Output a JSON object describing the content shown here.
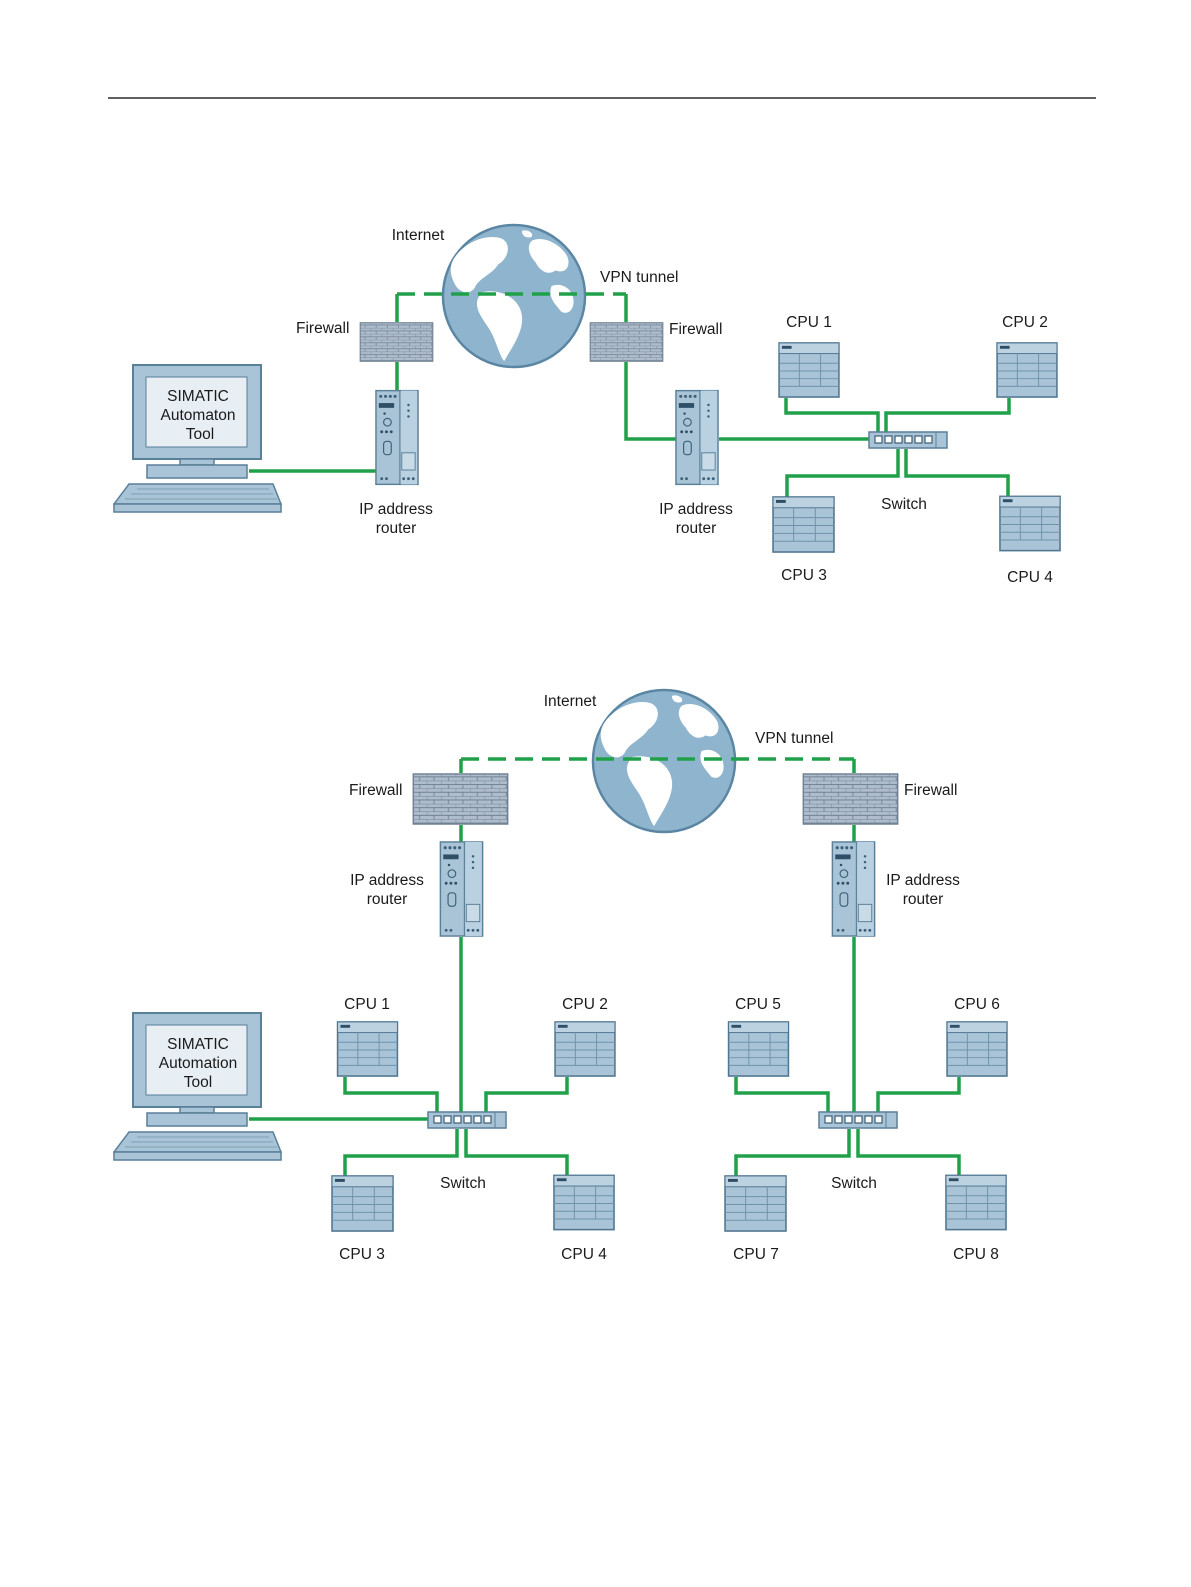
{
  "figure1": {
    "internet": "Internet",
    "vpn_tunnel": "VPN tunnel",
    "firewall_left": "Firewall",
    "firewall_right": "Firewall",
    "router_left": [
      "IP address",
      "router"
    ],
    "router_right": [
      "IP address",
      "router"
    ],
    "pc_screen": [
      "SIMATIC",
      "Automaton",
      "Tool"
    ],
    "switch": "Switch",
    "cpus": [
      "CPU 1",
      "CPU 2",
      "CPU 3",
      "CPU 4"
    ]
  },
  "figure2": {
    "internet": "Internet",
    "vpn_tunnel": "VPN tunnel",
    "firewall_left": "Firewall",
    "firewall_right": "Firewall",
    "router_left": [
      "IP address",
      "router"
    ],
    "router_right": [
      "IP address",
      "router"
    ],
    "pc_screen": [
      "SIMATIC",
      "Automation",
      "Tool"
    ],
    "switch_left": "Switch",
    "switch_right": "Switch",
    "cpus_left": [
      "CPU 1",
      "CPU 2",
      "CPU 3",
      "CPU 4"
    ],
    "cpus_right": [
      "CPU 5",
      "CPU 6",
      "CPU 7",
      "CPU 8"
    ]
  },
  "colors": {
    "cable": "#21a04a",
    "device_fill": "#a9c4d6",
    "device_stroke": "#5a7f99",
    "globe_ocean": "#8fb4cd",
    "globe_land": "#ffffff",
    "firewall_fill": "#aebccb"
  },
  "icons": {
    "globe": "globe-icon",
    "firewall": "firewall-icon",
    "router": "router-icon",
    "switch": "switch-icon",
    "cpu": "plc-cpu-icon",
    "pc": "computer-icon"
  }
}
